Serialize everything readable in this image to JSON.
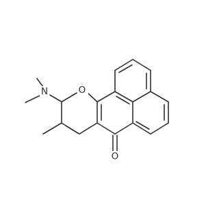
{
  "molecule": {
    "atoms": {
      "nitrogen": "N",
      "ring_oxygen": "O",
      "carbonyl_oxygen": "O"
    },
    "colors": {
      "bond": "#303030",
      "label": "#303030",
      "background": "#ffffff"
    }
  }
}
